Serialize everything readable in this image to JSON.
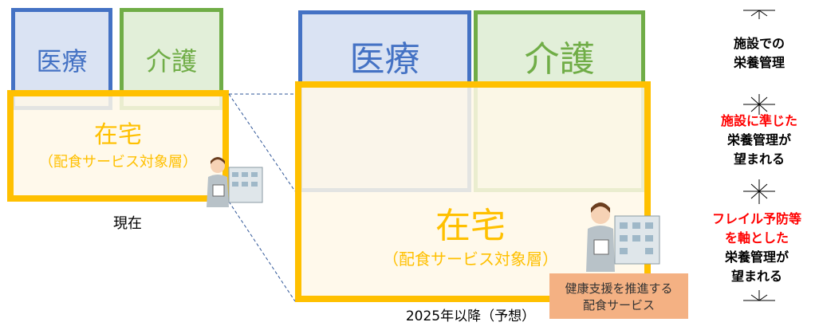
{
  "left": {
    "medical": "医療",
    "care": "介護",
    "home": "在宅",
    "home_sub": "（配食サービス対象層）",
    "caption": "現在"
  },
  "right": {
    "medical": "医療",
    "care": "介護",
    "home": "在宅",
    "home_sub": "（配食サービス対象層）",
    "service_note_line1": "健康支援を推進する",
    "service_note_line2": "配食サービス",
    "caption": "2025年以降（予想）"
  },
  "legend": {
    "zone1": [
      "施設での",
      "栄養管理"
    ],
    "zone2_red": [
      "施設に準じた"
    ],
    "zone2_black": [
      "栄養管理が",
      "望まれる"
    ],
    "zone3_red": [
      "フレイル予防等",
      "を軸とした"
    ],
    "zone3_black": [
      "栄養管理が",
      "望まれる"
    ]
  },
  "colors": {
    "medical_border": "#4472c4",
    "medical_fill": "#dae3f3",
    "care_border": "#70ad47",
    "care_fill": "#e2efd9",
    "home_border": "#ffc000",
    "home_fill": "#fff8e8",
    "home_text": "#ffc000",
    "red_text": "#ff0000",
    "note_fill": "#f4b183"
  }
}
